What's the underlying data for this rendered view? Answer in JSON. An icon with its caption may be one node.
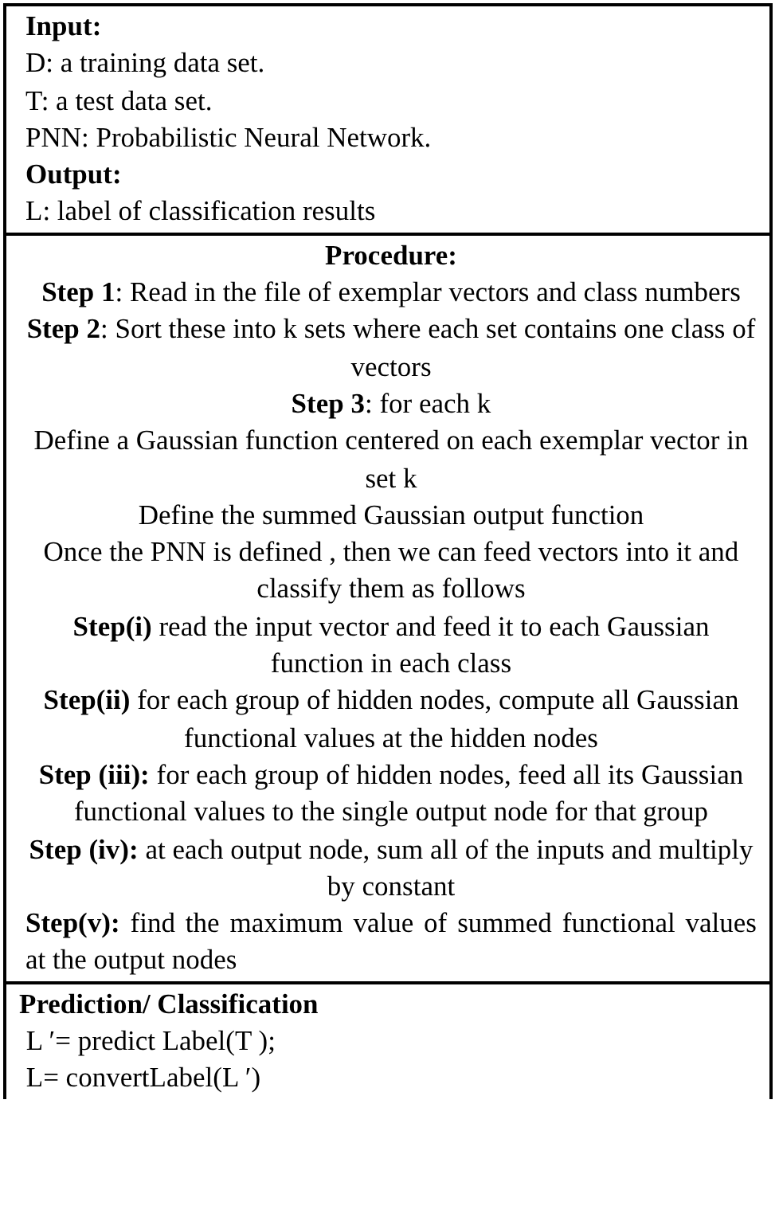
{
  "diagram": {
    "labels": [
      "Input:",
      "D: a training data set.",
      "T: a test data set.",
      "PNN: Probabilistic Neural Network.",
      "Output:",
      "L: label of classification results",
      "Procedure:",
      "**Step 1**: Read in the file of exemplar vectors and class numbers",
      "**Step 2**: Sort these into k sets where each set contains one class of vectors",
      "**Step 3**: for each k",
      "Define a Gaussian function centered on each exemplar vector in set k",
      "Define the summed Gaussian output function",
      "Once the PNN is defined , then we can feed vectors into it and classify them as follows",
      "**Step(i)** read the input vector and feed it to each Gaussian function in each class",
      "**Step(ii)** for each group of hidden nodes, compute all Gaussian functional values at the hidden nodes",
      "**Step (iii):** for each group of hidden nodes, feed all its Gaussian functional values to the single output node for that group",
      "**Step (iv):** at each output node, sum all of the inputs and multiply by constant",
      "**Step(v):** find the maximum value of summed functional values at the output nodes",
      "Prediction/ Classification",
      " L ′= predict Label(T );",
      " L= convertLabel(L ′)"
    ]
  }
}
